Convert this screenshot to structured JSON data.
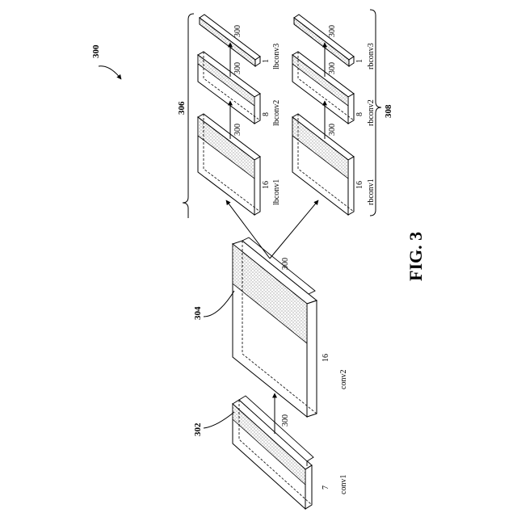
{
  "figure": {
    "title": "FIG. 3",
    "ref_main": "300",
    "ref_conv1": "302",
    "ref_conv2": "304",
    "ref_left_group": "306",
    "ref_right_group": "308"
  },
  "layers": {
    "conv1": {
      "name": "conv1",
      "dim_channels": "7",
      "dim_width": "300"
    },
    "conv2": {
      "name": "conv2",
      "dim_channels": "16",
      "dim_width": "300"
    },
    "lbconv1": {
      "name": "lbconv1",
      "dim_channels": "16",
      "dim_width": "300"
    },
    "lbconv2": {
      "name": "lbconv2",
      "dim_channels": "8",
      "dim_width": "300"
    },
    "lbconv3": {
      "name": "lbconv3",
      "dim_channels": "1",
      "dim_width": "300"
    },
    "rbconv1": {
      "name": "rbconv1",
      "dim_channels": "16",
      "dim_width": "300"
    },
    "rbconv2": {
      "name": "rbconv2",
      "dim_channels": "8",
      "dim_width": "300"
    },
    "rbconv3": {
      "name": "rbconv3",
      "dim_channels": "1",
      "dim_width": "300"
    }
  }
}
